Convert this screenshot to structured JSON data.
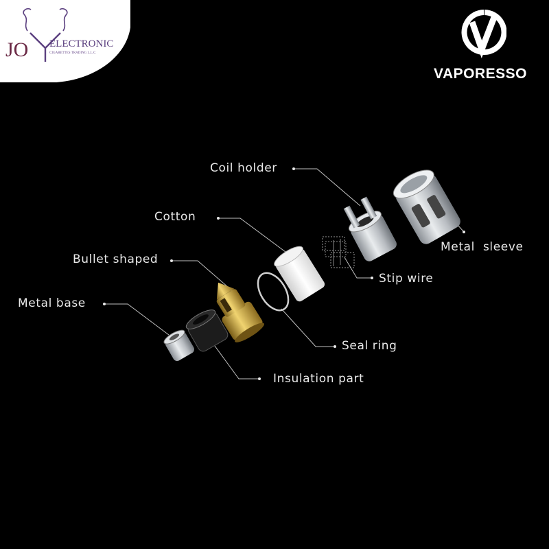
{
  "logos": {
    "joy_mark": "JO",
    "joy_name": "ELECTRONIC",
    "joy_sub": "CIGARETTES TRADING L.L.C",
    "vaporesso_icon": "v-icon",
    "vaporesso_name": "VAPORESSO"
  },
  "parts": {
    "coil_holder": "Coil holder",
    "cotton": "Cotton",
    "bullet_shaped": "Bullet shaped",
    "metal_base": "Metal base",
    "metal_sleeve": "Metal  sleeve",
    "stip_wire": "Stip wire",
    "seal_ring": "Seal ring",
    "insulation_part": "Insulation part"
  },
  "colors": {
    "background": "#000000",
    "label": "#e8e8e8",
    "joy_purple": "#5b3f7f",
    "brass": "#c9a53a",
    "metal": "#c8ccd0"
  }
}
